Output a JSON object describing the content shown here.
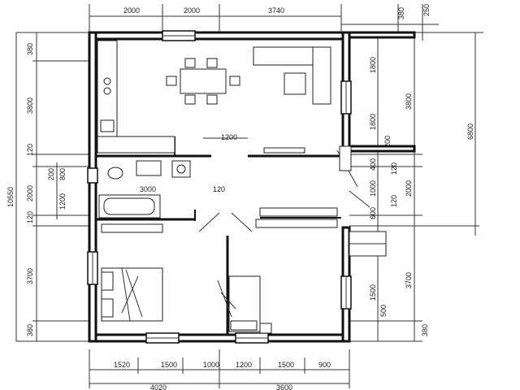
{
  "dimensions": {
    "top": [
      "2000",
      "2000",
      "3740"
    ],
    "top_right": [
      "380",
      "250"
    ],
    "bottom": [
      "1520",
      "1500",
      "1000",
      "1200",
      "1500",
      "900"
    ],
    "bottom_totals": [
      "4020",
      "3600"
    ],
    "left": [
      "380",
      "3800",
      "120",
      "2000",
      "120",
      "3700",
      "380"
    ],
    "left_inner": [
      "200",
      "800",
      "1200"
    ],
    "left_total": "10550",
    "right_upper": [
      "1800",
      "1800",
      "200",
      "400",
      "1000",
      "600",
      "1500",
      "500",
      "380"
    ],
    "right_mid": [
      "3800",
      "120",
      "2000",
      "120",
      "3700"
    ],
    "right_total": "6800",
    "inner": [
      "1200",
      "3000",
      "120"
    ]
  }
}
